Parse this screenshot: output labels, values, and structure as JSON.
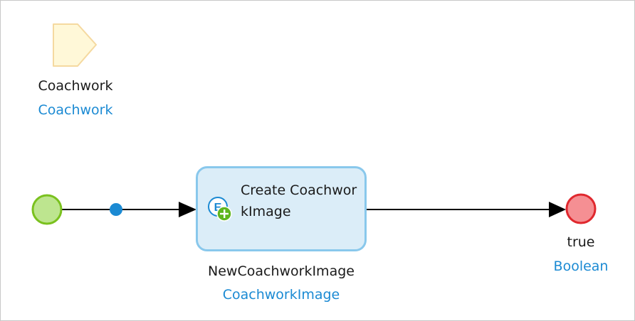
{
  "parameter": {
    "name": "Coachwork",
    "type": "Coachwork",
    "icon": "parameter-icon",
    "fill_color": "#fff8d8",
    "stroke_color": "#f5d9a0"
  },
  "activity": {
    "title": "Create CoachworkImage",
    "icon": "create-object-icon",
    "output_variable": "NewCoachworkImage",
    "output_type": "CoachworkImage",
    "fill_color": "#dbedf8",
    "border_color": "#89c8ec"
  },
  "start_event": {
    "fill_color": "#bde58f",
    "stroke_color": "#7ac11e"
  },
  "end_event": {
    "return_value": "true",
    "return_type": "Boolean",
    "fill_color": "#f58f93",
    "stroke_color": "#e0282e"
  },
  "colors": {
    "type_text": "#1b8ad3",
    "flow_line": "#000000",
    "merge_dot": "#1b8ad3"
  }
}
